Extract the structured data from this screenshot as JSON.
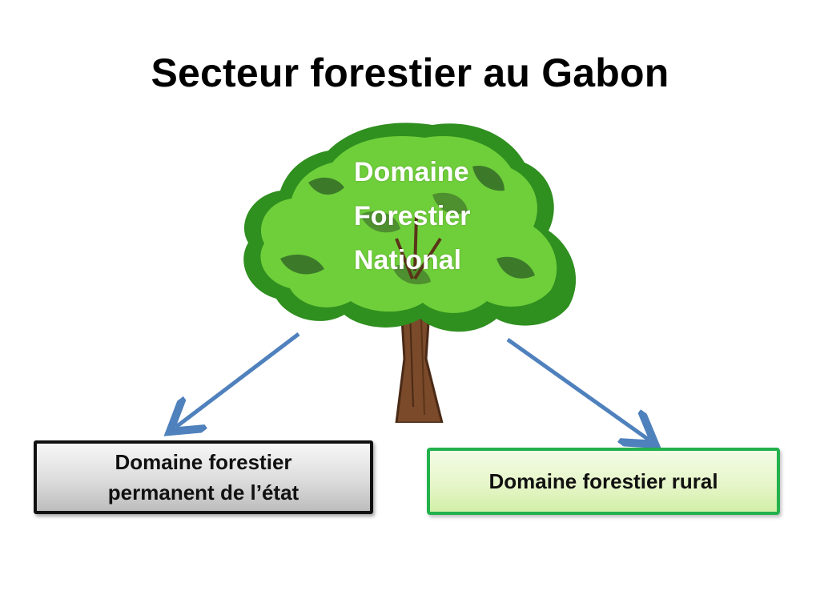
{
  "title": "Secteur forestier au Gabon",
  "root": {
    "lines": [
      "Domaine",
      "Forestier",
      "National"
    ],
    "icon": "tree-icon"
  },
  "children": {
    "left": {
      "line1": "Domaine forestier",
      "line2": "permanent de l’état"
    },
    "right": {
      "label": "Domaine forestier rural"
    }
  },
  "colors": {
    "arrow": "#4f81bd",
    "foliage_light": "#6fcf3a",
    "foliage_dark": "#2f8f1f",
    "trunk": "#7a4a2a",
    "right_box_border": "#22b14c",
    "left_box_border": "#111111"
  }
}
